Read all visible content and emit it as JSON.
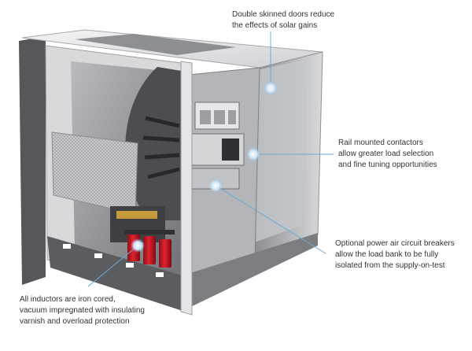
{
  "callouts": {
    "doors": {
      "lines": [
        "Double skinned doors reduce",
        "the effects of solar gains"
      ]
    },
    "contactors": {
      "lines": [
        "Rail mounted contactors",
        "allow greater load selection",
        "and fine tuning opportunities"
      ]
    },
    "breakers": {
      "lines": [
        "Optional power air circuit breakers",
        "allow the load bank to be fully",
        "isolated from the supply-on-test"
      ]
    },
    "inductors": {
      "lines": [
        "All inductors are iron cored,",
        "vacuum impregnated with insulating",
        "varnish and overload protection"
      ]
    }
  },
  "colors": {
    "leader_line": "#6fa9d2",
    "marker_glow": "#9cc9ea",
    "inductor_red": "#c8192a",
    "cabinet_light": "#e9eaec",
    "cabinet_dark": "#3a3c40"
  }
}
